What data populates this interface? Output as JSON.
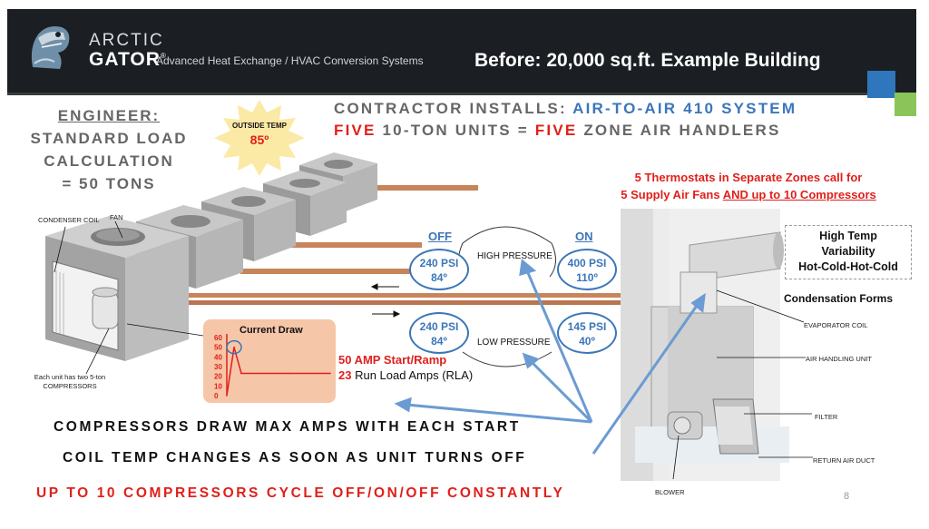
{
  "header": {
    "brand_line1": "ARCTIC",
    "brand_line2": "GATOR",
    "trademark": "®",
    "tagline": "Advanced Heat Exchange / HVAC Conversion Systems",
    "title": "Before: 20,000 sq.ft. Example Building"
  },
  "engineer": {
    "title": "ENGINEER:",
    "line1": "STANDARD LOAD",
    "line2": "CALCULATION",
    "line3": "= 50 TONS"
  },
  "outside_temp": {
    "label": "OUTSIDE TEMP",
    "value": "85º"
  },
  "contractor": {
    "label": "CONTRACTOR INSTALLS:",
    "system": "AIR-TO-AIR 410 SYSTEM",
    "five_a": "FIVE",
    "middle": "10-TON UNITS =",
    "five_b": "FIVE",
    "end": "ZONE AIR HANDLERS"
  },
  "thermostats": {
    "line1": "5 Thermostats in Separate Zones call for",
    "line2_a": "5 Supply Air Fans ",
    "line2_b": "AND up to 10 Compressors"
  },
  "labels": {
    "condenser_coil": "CONDENSER COIL",
    "fan": "FAN",
    "compressors": "Each unit has two 5-ton COMPRESSORS",
    "evaporator_coil": "EVAPORATOR COIL",
    "air_handling_unit": "AIR HANDLING UNIT",
    "filter": "FILTER",
    "return_air_duct": "RETURN AIR DUCT",
    "blower": "BLOWER"
  },
  "high_temp_box": {
    "line1": "High Temp",
    "line2": "Variability",
    "line3": "Hot-Cold-Hot-Cold"
  },
  "condensation": "Condensation Forms",
  "pressure": {
    "off": "OFF",
    "on": "ON",
    "high": "HIGH PRESSURE",
    "low": "LOW PRESSURE",
    "off_high_psi": "240 PSI",
    "off_high_temp": "84º",
    "on_high_psi": "400 PSI",
    "on_high_temp": "110º",
    "off_low_psi": "240 PSI",
    "off_low_temp": "84º",
    "on_low_psi": "145 PSI",
    "on_low_temp": "40º"
  },
  "chart_data": {
    "type": "line",
    "title": "Current Draw",
    "xlabel": "",
    "ylabel": "",
    "ylim": [
      0,
      60
    ],
    "yticks": [
      "60",
      "50",
      "40",
      "30",
      "20",
      "10",
      "0"
    ],
    "series": [
      {
        "values": [
          0,
          50,
          23,
          23,
          23
        ]
      }
    ]
  },
  "amps": {
    "start_label": "50 AMP Start/Ramp",
    "run_value": "23",
    "run_label": " Run Load Amps (RLA)"
  },
  "bottom": {
    "line1": "COMPRESSORS DRAW MAX AMPS WITH EACH START",
    "line2": "COIL TEMP CHANGES AS SOON AS UNIT TURNS OFF",
    "line3": "UP TO 10 COMPRESSORS CYCLE OFF/ON/OFF CONSTANTLY"
  },
  "page_number": "8",
  "colors": {
    "header_bg": "#1b1f23",
    "accent_blue": "#3b76b9",
    "alert_red": "#e0201b",
    "chart_bg": "#f6c6a8",
    "pipe_copper": "#c8845a"
  }
}
